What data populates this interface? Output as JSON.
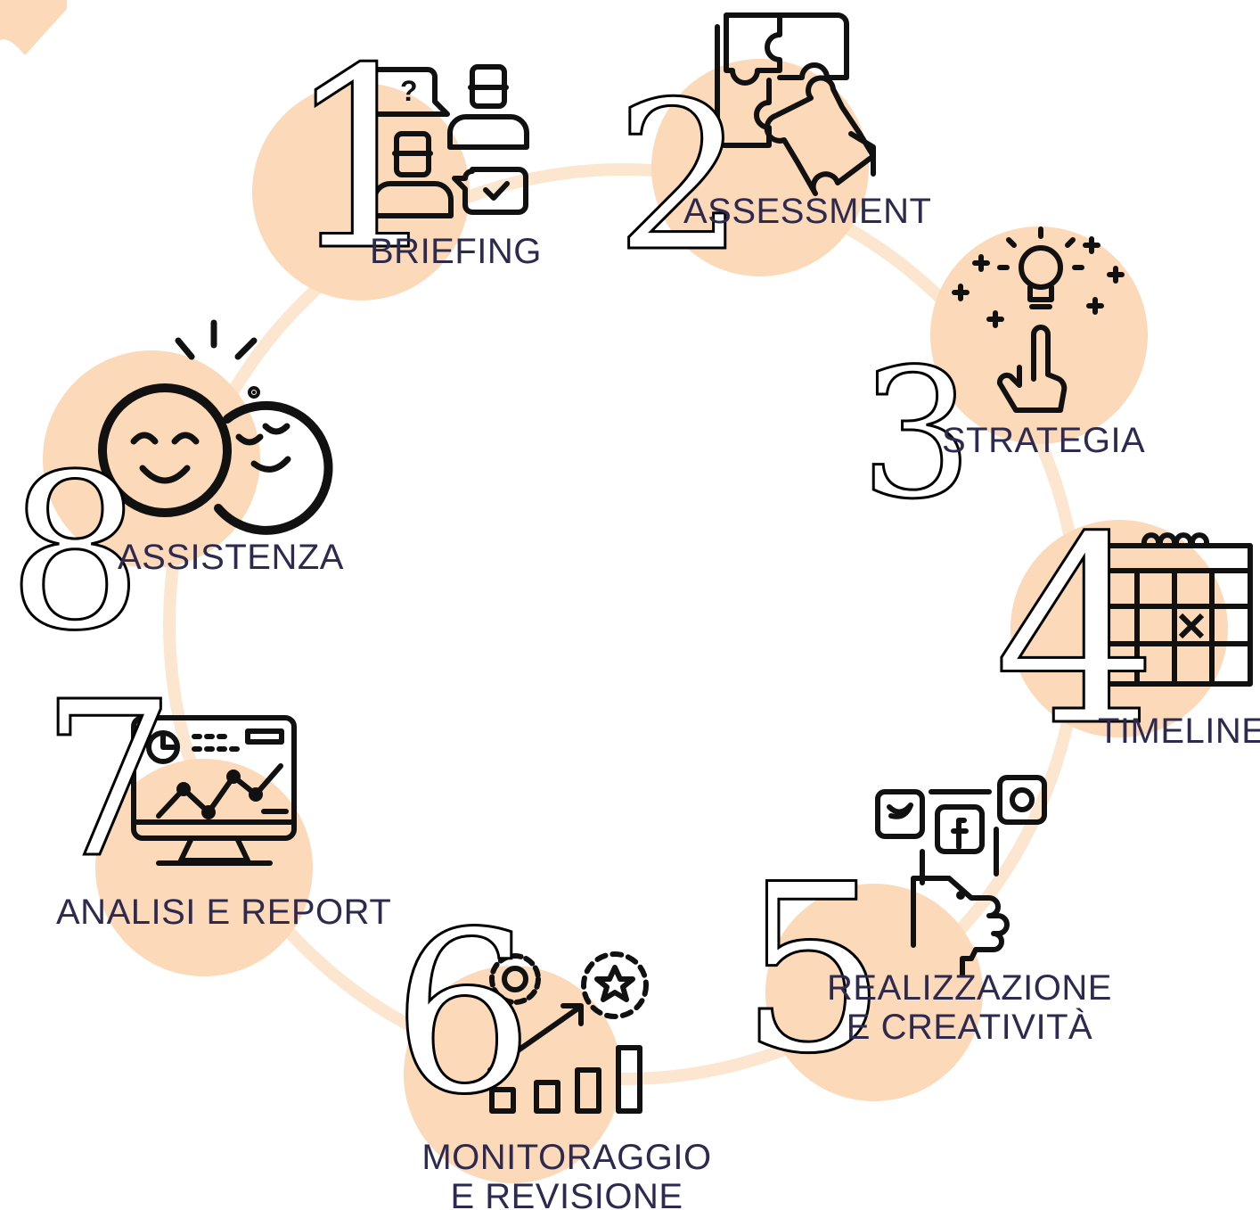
{
  "colors": {
    "circle": "#fcd9b8",
    "ring": "#fde6cf",
    "label": "#2e2a4f",
    "icon": "#111111"
  },
  "steps": [
    {
      "number": "1",
      "label": "BRIEFING",
      "icon": "briefing-meeting-icon"
    },
    {
      "number": "2",
      "label": "ASSESSMENT",
      "icon": "puzzle-icon"
    },
    {
      "number": "3",
      "label": "STRATEGIA",
      "icon": "idea-lightbulb-hand-icon"
    },
    {
      "number": "4",
      "label": "TIMELINE",
      "icon": "calendar-icon"
    },
    {
      "number": "5",
      "label_lines": [
        "REALIZZAZIONE",
        "E CREATIVITÀ"
      ],
      "icon": "social-media-hand-icon"
    },
    {
      "number": "6",
      "label_lines": [
        "MONITORAGGIO",
        "E REVISIONE"
      ],
      "icon": "growth-chart-icon"
    },
    {
      "number": "7",
      "label": "ANALISI E REPORT",
      "icon": "monitor-analytics-icon"
    },
    {
      "number": "8",
      "label": "ASSISTENZA",
      "icon": "smiley-faces-icon"
    }
  ]
}
